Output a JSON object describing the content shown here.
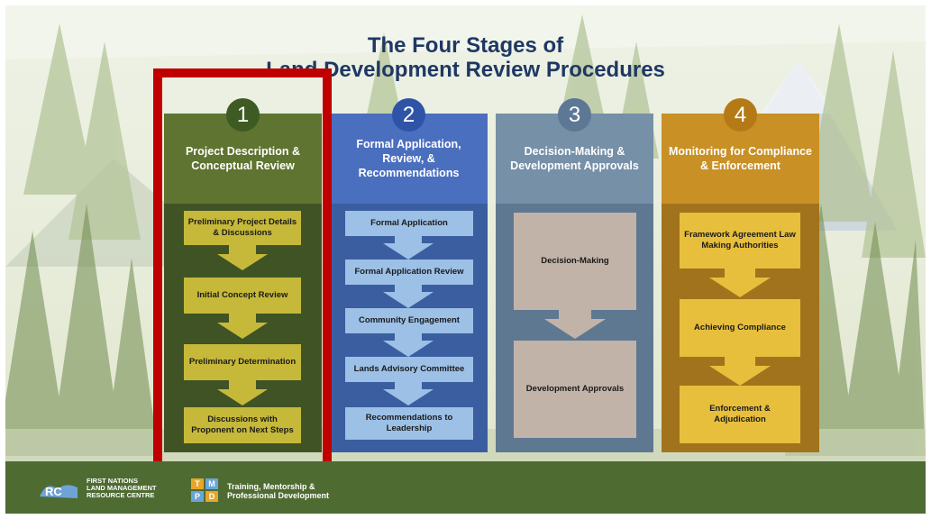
{
  "title": {
    "line1": "The Four Stages of",
    "line2": "Land Development Review Procedures"
  },
  "stages": [
    {
      "number": "1",
      "heading": "Project Description & Conceptual Review",
      "steps": [
        "Preliminary Project Details & Discussions",
        "Initial Concept Review",
        "Preliminary Determination",
        "Discussions with Proponent on Next Steps"
      ]
    },
    {
      "number": "2",
      "heading": "Formal Application, Review, & Recommendations",
      "steps": [
        "Formal Application",
        "Formal Application Review",
        "Community Engagement",
        "Lands Advisory Committee",
        "Recommendations to Leadership"
      ]
    },
    {
      "number": "3",
      "heading": "Decision-Making & Development Approvals",
      "steps": [
        "Decision-Making",
        "Development Approvals"
      ]
    },
    {
      "number": "4",
      "heading": "Monitoring for Compliance & Enforcement",
      "steps": [
        "Framework Agreement Law Making Authorities",
        "Achieving Compliance",
        "Enforcement & Adjudication"
      ]
    }
  ],
  "footer": {
    "org_name": [
      "FIRST NATIONS",
      "LAND MANAGEMENT",
      "RESOURCE CENTRE"
    ],
    "org_logo_text": "RC",
    "program_logo_letters": [
      "T",
      "M",
      "P",
      "D"
    ],
    "program_name": [
      "Training, Mentorship &",
      "Professional Development"
    ]
  },
  "colors": {
    "title": "#1f3864",
    "stage1": "#5e7430",
    "stage2": "#4b6fbf",
    "stage3": "#7690a8",
    "stage4": "#c99026",
    "highlight": "#c00000",
    "footer": "#4e6b32"
  }
}
